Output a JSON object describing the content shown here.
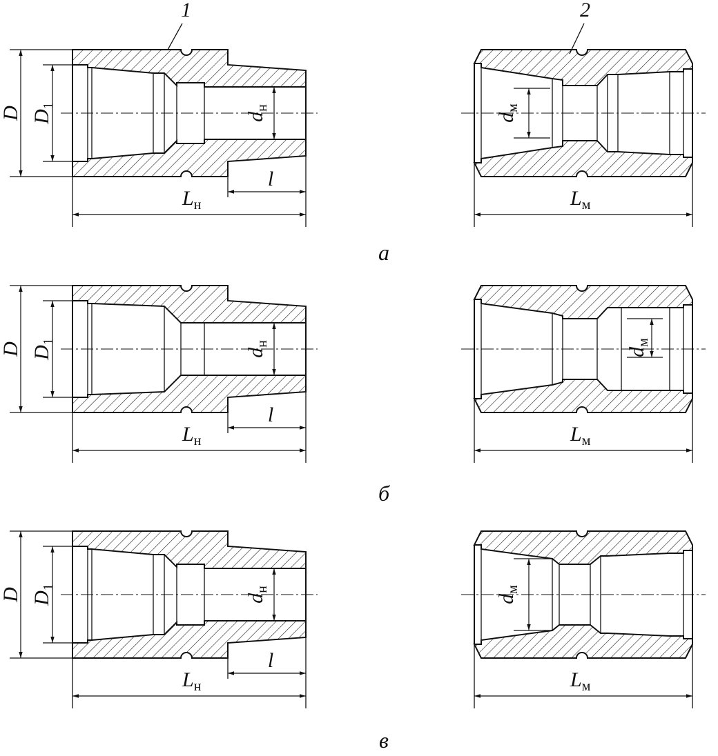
{
  "figure": {
    "rows": [
      {
        "id": "a",
        "label": "а",
        "nipple": {
          "callout": "1",
          "dims": {
            "D": "D",
            "D1": "D",
            "D1_sub": "1",
            "d": "d",
            "d_sub": "н",
            "l": "l",
            "L": "L",
            "L_sub": "н"
          }
        },
        "coupling": {
          "callout": "2",
          "dims": {
            "d": "d",
            "d_sub": "м",
            "L": "L",
            "L_sub": "м"
          }
        }
      },
      {
        "id": "b",
        "label": "б",
        "nipple": {
          "callout": "",
          "dims": {
            "D": "D",
            "D1": "D",
            "D1_sub": "1",
            "d": "d",
            "d_sub": "н",
            "l": "l",
            "L": "L",
            "L_sub": "н"
          }
        },
        "coupling": {
          "callout": "",
          "dims": {
            "d": "d",
            "d_sub": "м",
            "L": "L",
            "L_sub": "м"
          }
        }
      },
      {
        "id": "c",
        "label": "в",
        "nipple": {
          "callout": "",
          "dims": {
            "D": "D",
            "D1": "D",
            "D1_sub": "1",
            "d": "d",
            "d_sub": "н",
            "l": "l",
            "L": "L",
            "L_sub": "н"
          }
        },
        "coupling": {
          "callout": "",
          "dims": {
            "d": "d",
            "d_sub": "м",
            "L": "L",
            "L_sub": "м"
          }
        }
      }
    ]
  }
}
